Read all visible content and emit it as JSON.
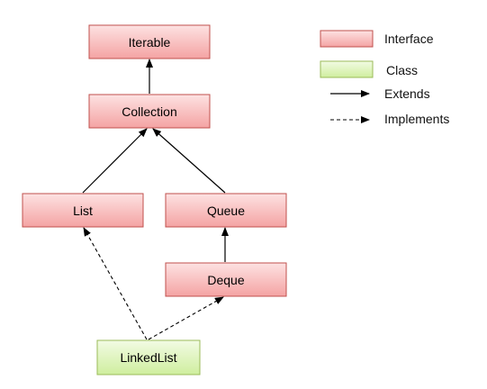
{
  "colors": {
    "interface_fill_top": "#fde2e2",
    "interface_fill_bottom": "#f4a3a3",
    "interface_border": "#c0504d",
    "class_fill_top": "#f2fbe4",
    "class_fill_bottom": "#cfee9e",
    "class_border": "#9bbb59",
    "edge": "#000000"
  },
  "nodes": [
    {
      "id": "iterable",
      "label": "Iterable",
      "kind": "interface"
    },
    {
      "id": "collection",
      "label": "Collection",
      "kind": "interface"
    },
    {
      "id": "list",
      "label": "List",
      "kind": "interface"
    },
    {
      "id": "queue",
      "label": "Queue",
      "kind": "interface"
    },
    {
      "id": "deque",
      "label": "Deque",
      "kind": "interface"
    },
    {
      "id": "linkedlist",
      "label": "LinkedList",
      "kind": "class"
    }
  ],
  "edges": [
    {
      "from": "collection",
      "to": "iterable",
      "style": "extends"
    },
    {
      "from": "list",
      "to": "collection",
      "style": "extends"
    },
    {
      "from": "queue",
      "to": "collection",
      "style": "extends"
    },
    {
      "from": "deque",
      "to": "queue",
      "style": "extends"
    },
    {
      "from": "linkedlist",
      "to": "list",
      "style": "implements"
    },
    {
      "from": "linkedlist",
      "to": "deque",
      "style": "implements"
    }
  ],
  "legend": {
    "interface": "Interface",
    "class": "Class",
    "extends": "Extends",
    "implements": "Implements"
  }
}
